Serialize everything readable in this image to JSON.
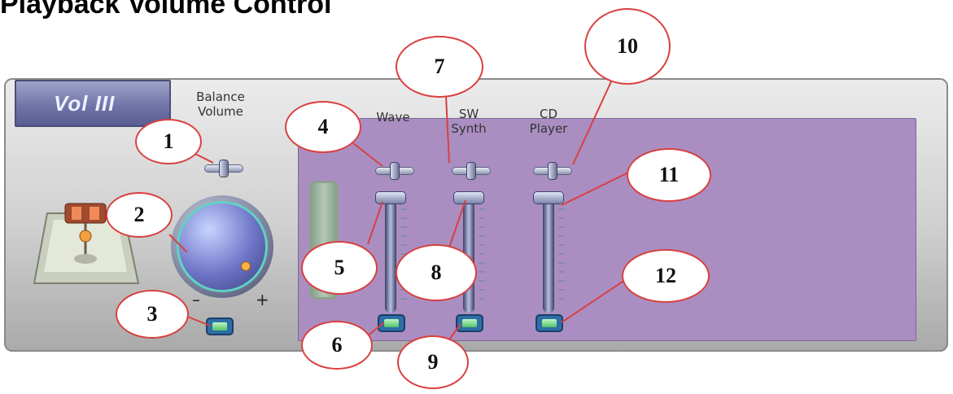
{
  "title": "Playback Volume Control",
  "logo": "Vol III",
  "labels": {
    "balance": "Balance",
    "volume": "Volume",
    "wave": "Wave",
    "sw_line1": "SW",
    "sw_line2": "Synth",
    "cd_line1": "CD",
    "cd_line2": "Player",
    "minus": "–",
    "plus": "+"
  },
  "callouts": [
    "1",
    "2",
    "3",
    "4",
    "5",
    "6",
    "7",
    "8",
    "9",
    "10",
    "11",
    "12"
  ],
  "icons": {
    "balance": "balance-slider-icon",
    "mute": "mute-toggle-icon",
    "knob": "volume-knob-icon"
  },
  "colors": {
    "purple_panel": "#aa8ec2",
    "callout_border": "#d94040",
    "mute": "#2e6ea6"
  }
}
